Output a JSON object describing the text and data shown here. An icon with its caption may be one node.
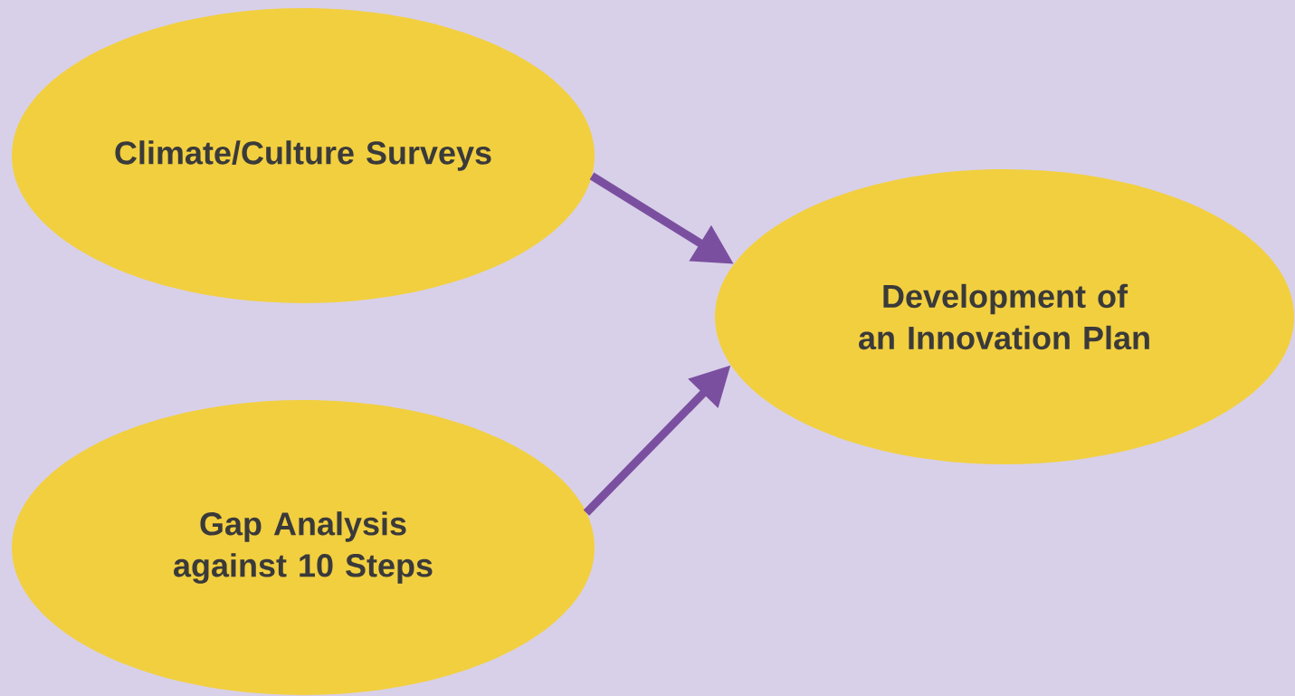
{
  "diagram": {
    "nodes": [
      {
        "text": [
          "Climate/Culture Surveys"
        ]
      },
      {
        "text": [
          "Gap Analysis against 10 Steps"
        ]
      },
      {
        "text": [
          "Development of an Innovation Plan"
        ]
      }
    ],
    "edges": [
      {
        "from": 0,
        "to": 2,
        "arrow": "to"
      },
      {
        "from": 1,
        "to": 2,
        "arrow": "to"
      }
    ]
  }
}
